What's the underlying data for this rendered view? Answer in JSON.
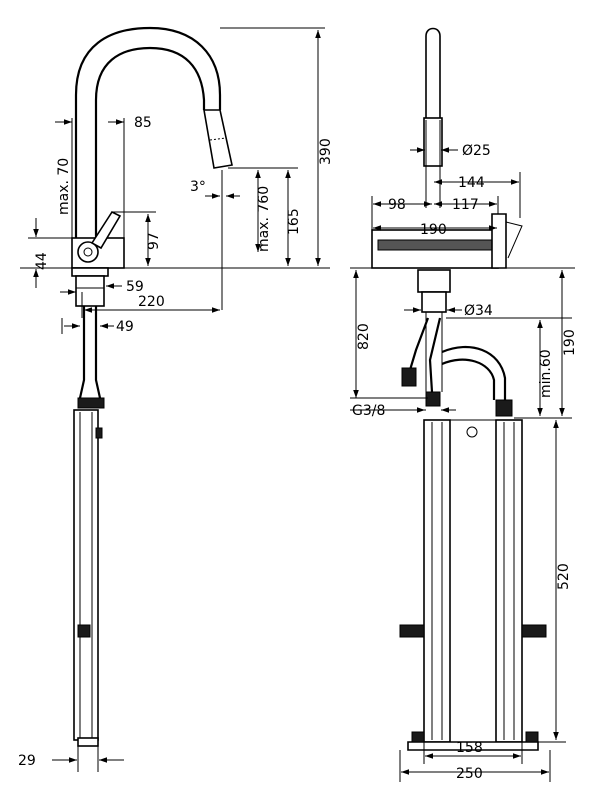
{
  "dimensions": {
    "d85": "85",
    "max70": "max. 70",
    "d390": "390",
    "deg3": "3°",
    "max760": "max. 760",
    "d165": "165",
    "d97": "97",
    "d44": "44",
    "d59": "59",
    "d220": "220",
    "d49": "49",
    "d29": "29",
    "dia25": "Ø25",
    "d144": "144",
    "d98": "98",
    "d117": "117",
    "d190top": "190",
    "d820": "820",
    "dia34": "Ø34",
    "min60": "min.60",
    "d190side": "190",
    "g38": "G3/8",
    "d520": "520",
    "d158": "158",
    "d250": "250"
  },
  "colors": {
    "line": "#000000",
    "background": "#ffffff"
  }
}
